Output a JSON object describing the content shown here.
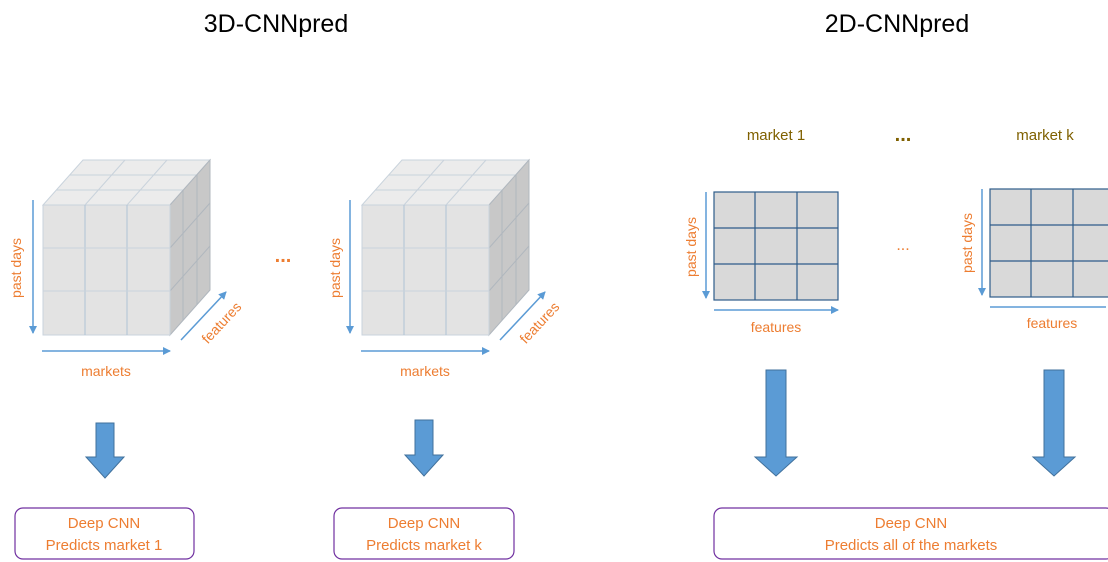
{
  "left_panel": {
    "title": "3D-CNNpred",
    "cube_labels": {
      "y": "past days",
      "x": "markets",
      "z": "features"
    },
    "ellipsis": "...",
    "boxes": [
      {
        "line1": "Deep CNN",
        "line2": "Predicts market 1"
      },
      {
        "line1": "Deep CNN",
        "line2": "Predicts market k"
      }
    ]
  },
  "right_panel": {
    "title": "2D-CNNpred",
    "market_labels": [
      "market 1",
      "market k"
    ],
    "top_ellipsis": "...",
    "mid_ellipsis": "...",
    "grid_labels": {
      "y": "past days",
      "x": "features"
    },
    "box": {
      "line1": "Deep CNN",
      "line2": "Predicts all of the markets"
    }
  },
  "colors": {
    "orange": "#ED7D31",
    "blue": "#5B9BD5",
    "grid_line": "#2E5C8A",
    "grid_fill": "#D9D9D9",
    "olive": "#7F6000",
    "purple": "#7030A0"
  }
}
